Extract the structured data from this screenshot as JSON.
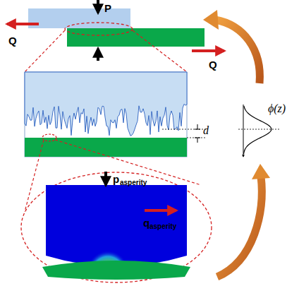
{
  "diagram": {
    "labels": [
      "P",
      "Q",
      "Q",
      "d",
      "ϕ(z)",
      "p",
      "asperity",
      "q",
      "asperity"
    ]
  }
}
